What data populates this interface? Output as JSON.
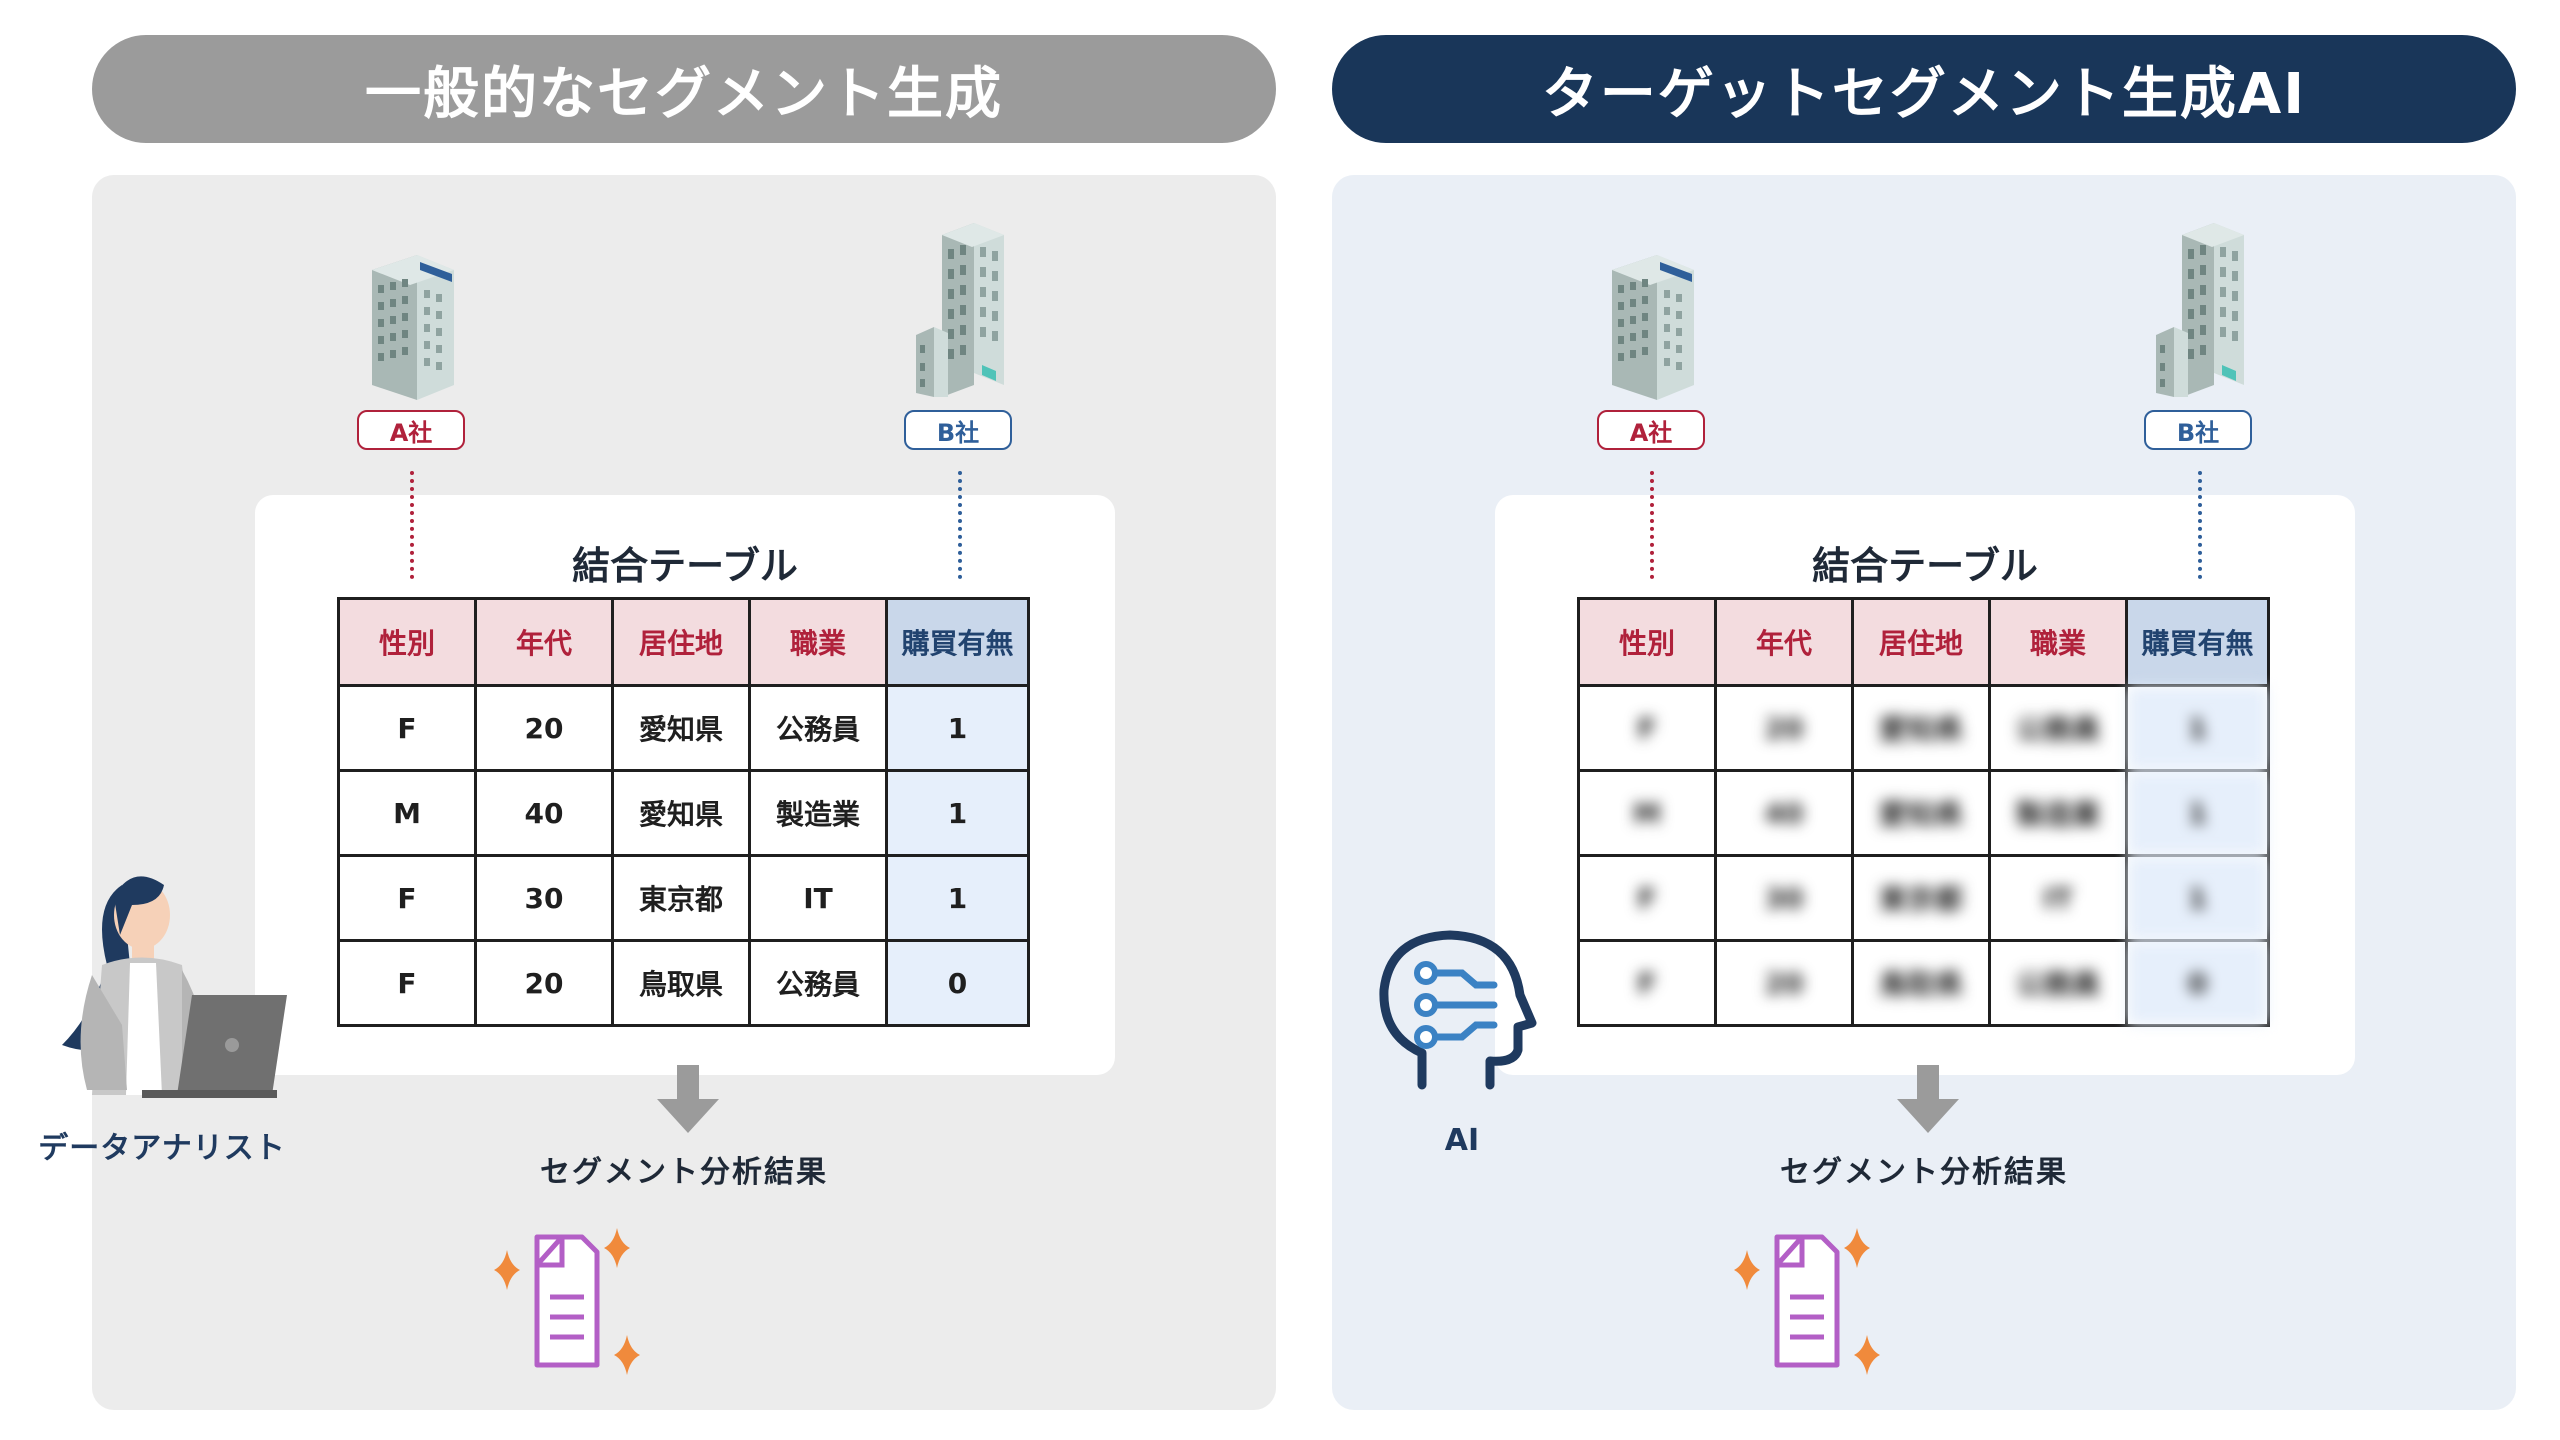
{
  "left": {
    "title": "一般的なセグメント生成",
    "company_a": "A社",
    "company_b": "B社",
    "table_title": "結合テーブル",
    "headers": [
      "性別",
      "年代",
      "居住地",
      "職業",
      "購買有無"
    ],
    "rows": [
      [
        "F",
        "20",
        "愛知県",
        "公務員",
        "1"
      ],
      [
        "M",
        "40",
        "愛知県",
        "製造業",
        "1"
      ],
      [
        "F",
        "30",
        "東京都",
        "IT",
        "1"
      ],
      [
        "F",
        "20",
        "鳥取県",
        "公務員",
        "0"
      ]
    ],
    "result_label": "セグメント分析結果",
    "actor_label": "データアナリスト"
  },
  "right": {
    "title": "ターゲットセグメント生成AI",
    "company_a": "A社",
    "company_b": "B社",
    "table_title": "結合テーブル",
    "headers": [
      "性別",
      "年代",
      "居住地",
      "職業",
      "購買有無"
    ],
    "rows": [
      [
        "F",
        "20",
        "愛知県",
        "公務員",
        "1"
      ],
      [
        "M",
        "40",
        "愛知県",
        "製造業",
        "1"
      ],
      [
        "F",
        "30",
        "東京都",
        "IT",
        "1"
      ],
      [
        "F",
        "20",
        "鳥取県",
        "公務員",
        "0"
      ]
    ],
    "result_label": "セグメント分析結果",
    "actor_label": "AI"
  },
  "colors": {
    "left_header": "#9b9b9b",
    "right_header": "#193659",
    "company_a": "#b0213b",
    "company_b": "#2f5f9a",
    "doc_icon": "#b35fc6",
    "sparkle": "#f08a3c"
  }
}
